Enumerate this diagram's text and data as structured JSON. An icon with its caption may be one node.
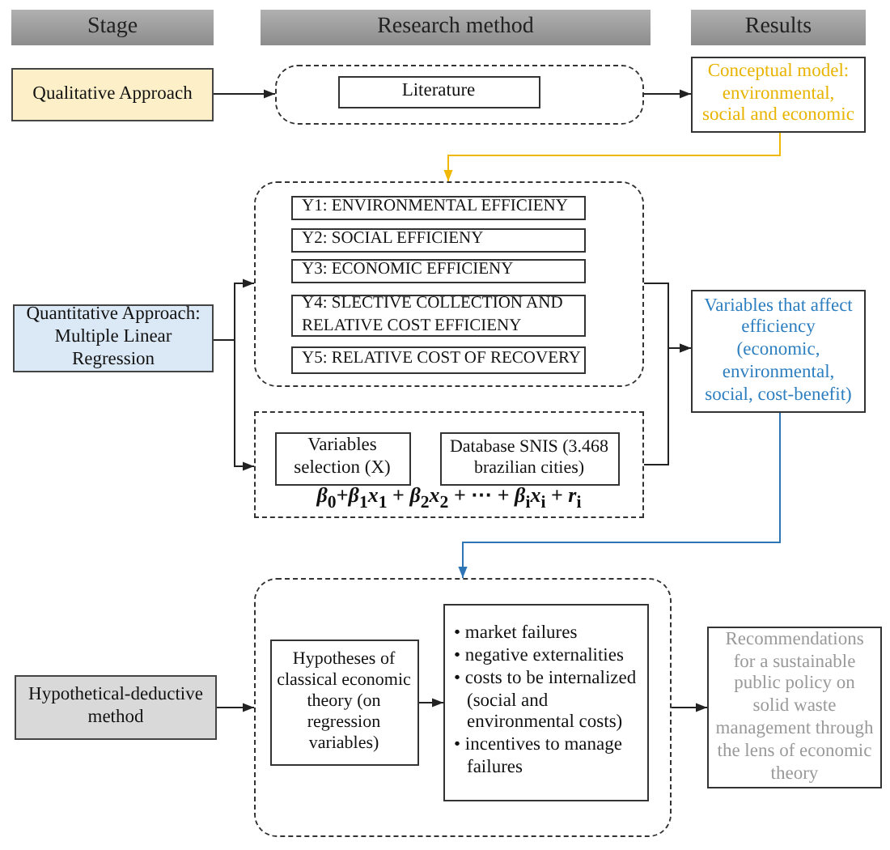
{
  "diagram": {
    "nodes": [
      {
        "text": [
          "Stage"
        ]
      },
      {
        "text": [
          "Research method"
        ]
      },
      {
        "text": [
          "Results"
        ]
      },
      {
        "text": [
          "Qualitative Approach"
        ]
      },
      {
        "text": [],
        "shape": "box"
      },
      {
        "text": [
          "Literature"
        ],
        "in": 4
      },
      {
        "text": [
          "Conceptual model: environmental, social and economic"
        ]
      },
      {
        "text": [
          "Quantitative Approach: Multiple Linear Regression"
        ]
      },
      {
        "text": [],
        "shape": "box"
      },
      {
        "text": [
          "Y1: ENVIRONMENTAL EFFICIENY"
        ],
        "in": 8
      },
      {
        "text": [
          "Y2: SOCIAL EFFICIENY"
        ],
        "in": 8
      },
      {
        "text": [
          "Y3: ECONOMIC EFFICIENY"
        ],
        "in": 8
      },
      {
        "text": [
          "Y4: SLECTIVE COLLECTION AND RELATIVE COST EFFICIENY"
        ],
        "in": 8
      },
      {
        "text": [
          "Y5: RELATIVE COST OF RECOVERY"
        ],
        "in": 8
      },
      {
        "text": [
          "*β*$_{0}$+*β*$_{1}$*x*$_{1}$ + *β*$_{2}$*x*$_{2}$ + ⋯ + *β*$_{i}$*x*$_{i}$ + *r*$_{i}$"
        ]
      },
      {
        "text": [
          "Variables selection (X)"
        ],
        "in": 14
      },
      {
        "text": [
          "Database SNIS (3.468 brazilian cities)"
        ],
        "in": 14
      },
      {
        "text": [
          "Variables that affect efficiency (economic, environmental, social, cost-benefit)"
        ]
      },
      {
        "text": [
          "Hypothetical-deductive method"
        ]
      },
      {
        "text": [],
        "shape": "box"
      },
      {
        "text": [
          "Hypotheses of classical economic theory (on regression variables)"
        ],
        "in": 19
      },
      {
        "text": [
          "• market failures",
          "• negative externalities",
          "• costs to be internalized (social and environmental costs)",
          "• incentives to manage failures"
        ],
        "in": 19
      },
      {
        "text": [
          "Recommendations for a sustainable public policy on solid waste management through the lens of economic theory"
        ]
      }
    ],
    "edges": [
      {
        "from": 3,
        "to": 4,
        "arrow": "to"
      },
      {
        "from": 4,
        "to": 6,
        "arrow": "to"
      },
      {
        "from": 6,
        "to": 8,
        "arrow": "to",
        "color": "#f0b800"
      },
      {
        "from": 7,
        "to": 8,
        "arrow": "to"
      },
      {
        "from": 7,
        "to": 14,
        "arrow": "to"
      },
      {
        "from": 8,
        "to": 17,
        "arrow": "to"
      },
      {
        "from": 14,
        "to": 17,
        "arrow": "to"
      },
      {
        "from": 17,
        "to": 19,
        "arrow": "to",
        "color": "#2e75b6"
      },
      {
        "from": 18,
        "to": 19,
        "arrow": "to"
      },
      {
        "from": 20,
        "to": 21,
        "arrow": "to"
      },
      {
        "from": 19,
        "to": 22,
        "arrow": "to"
      }
    ]
  }
}
